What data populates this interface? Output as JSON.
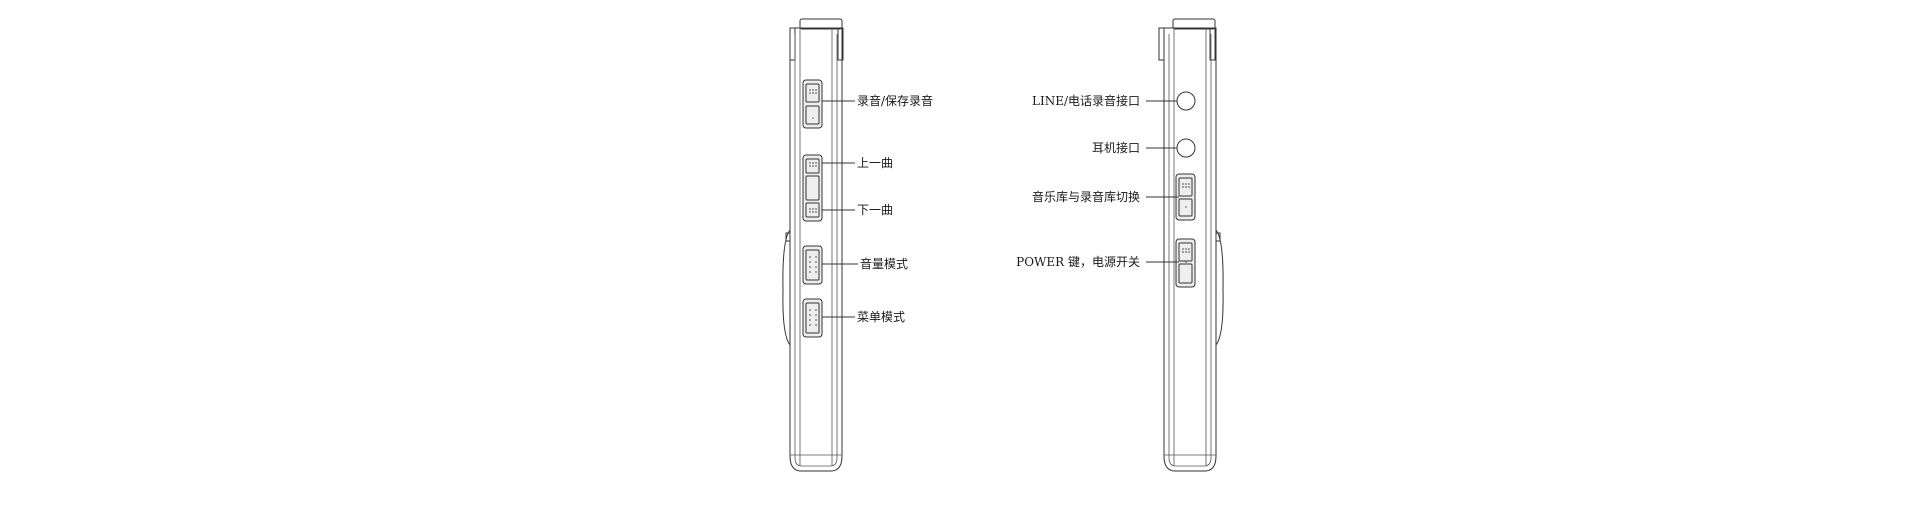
{
  "left_view": {
    "labels": {
      "record_save": "录音/保存录音",
      "prev_track": "上一曲",
      "next_track": "下一曲",
      "volume_mode": "音量模式",
      "menu_mode": "菜单模式"
    }
  },
  "right_view": {
    "labels": {
      "line_jack": "LINE/电话录音接口",
      "earphone_jack": "耳机接口",
      "library_switch": "音乐库与录音库切换",
      "power_key": "POWER 键，电源开关"
    }
  },
  "colors": {
    "line": "#333333",
    "text": "#1a1a1a"
  }
}
